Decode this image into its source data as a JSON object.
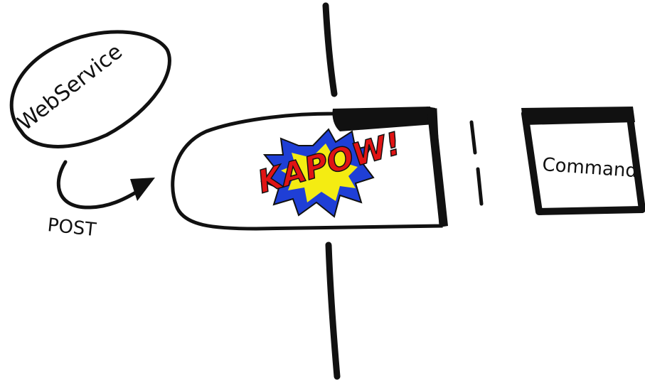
{
  "diagram": {
    "webservice_label": "WebService",
    "post_label": "POST",
    "kapow_label": "KAPOW!",
    "command_label": "Command"
  },
  "colors": {
    "ink": "#111111",
    "kapow_outer": "#1f3fd6",
    "kapow_inner": "#f4ec12",
    "kapow_text": "#e01414",
    "background": "#ffffff"
  }
}
